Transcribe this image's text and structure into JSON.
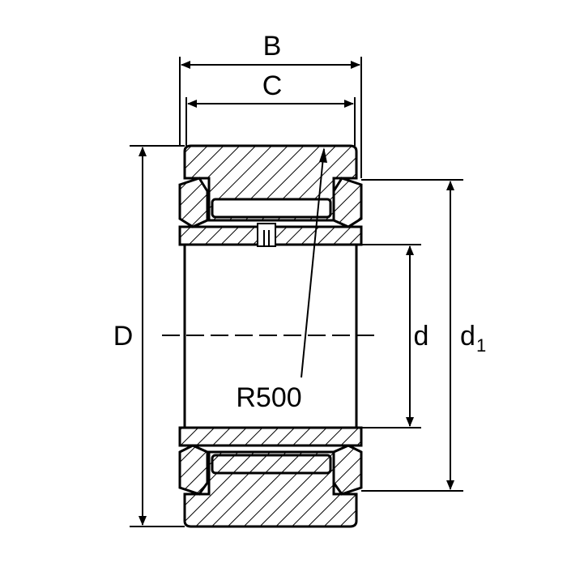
{
  "labels": {
    "B": "B",
    "C": "C",
    "D": "D",
    "d": "d",
    "d1_main": "d",
    "d1_sub": "1",
    "radius": "R500"
  },
  "colors": {
    "line": "#000000",
    "background": "#ffffff"
  }
}
